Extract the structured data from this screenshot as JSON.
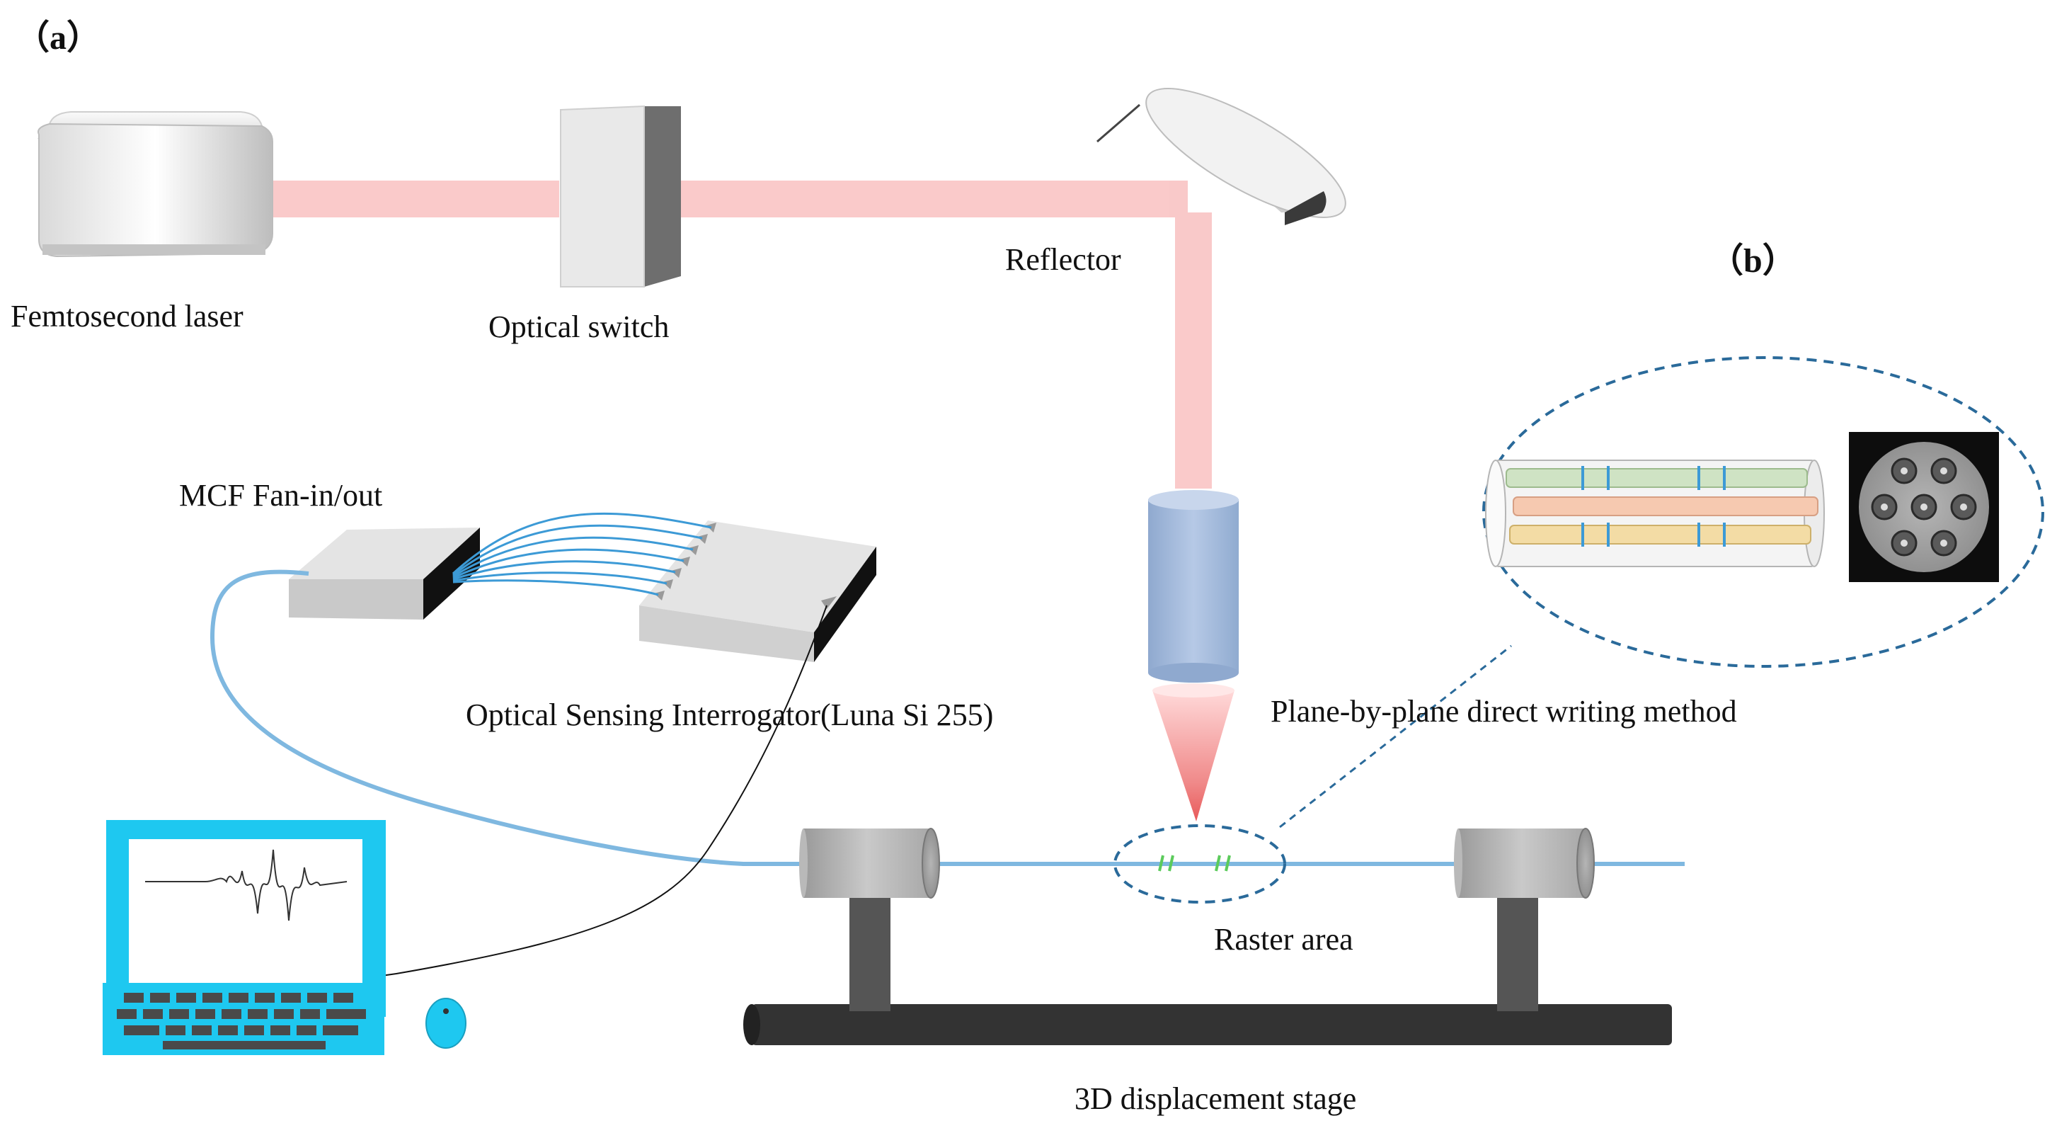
{
  "panels": {
    "a": "（a）",
    "b": "（b）"
  },
  "labels": {
    "femtosecond_laser": "Femtosecond laser",
    "optical_switch": "Optical switch",
    "reflector": "Reflector",
    "mcf_fan": "MCF Fan-in/out",
    "interrogator": "Optical Sensing Interrogator(Luna Si 255)",
    "plane_method": "Plane-by-plane direct writing method",
    "raster_area": "Raster area",
    "stage": "3D displacement stage"
  },
  "colors": {
    "laser_beam": "#f9c4c4",
    "fiber": "#7fb8e0",
    "monitor": "#1ec8f0",
    "dashed": "#2a6a9a",
    "stage": "#333333",
    "core_green": "#cfe3c4",
    "core_pink": "#f6c9b0",
    "core_yellow": "#f3dca5"
  },
  "icons": {
    "laser_box": "laser-box-icon",
    "optical_switch": "switch-block-icon",
    "reflector": "mirror-icon",
    "objective": "objective-lens-icon",
    "computer": "computer-icon",
    "keyboard": "keyboard-icon",
    "mouse": "mouse-icon"
  }
}
